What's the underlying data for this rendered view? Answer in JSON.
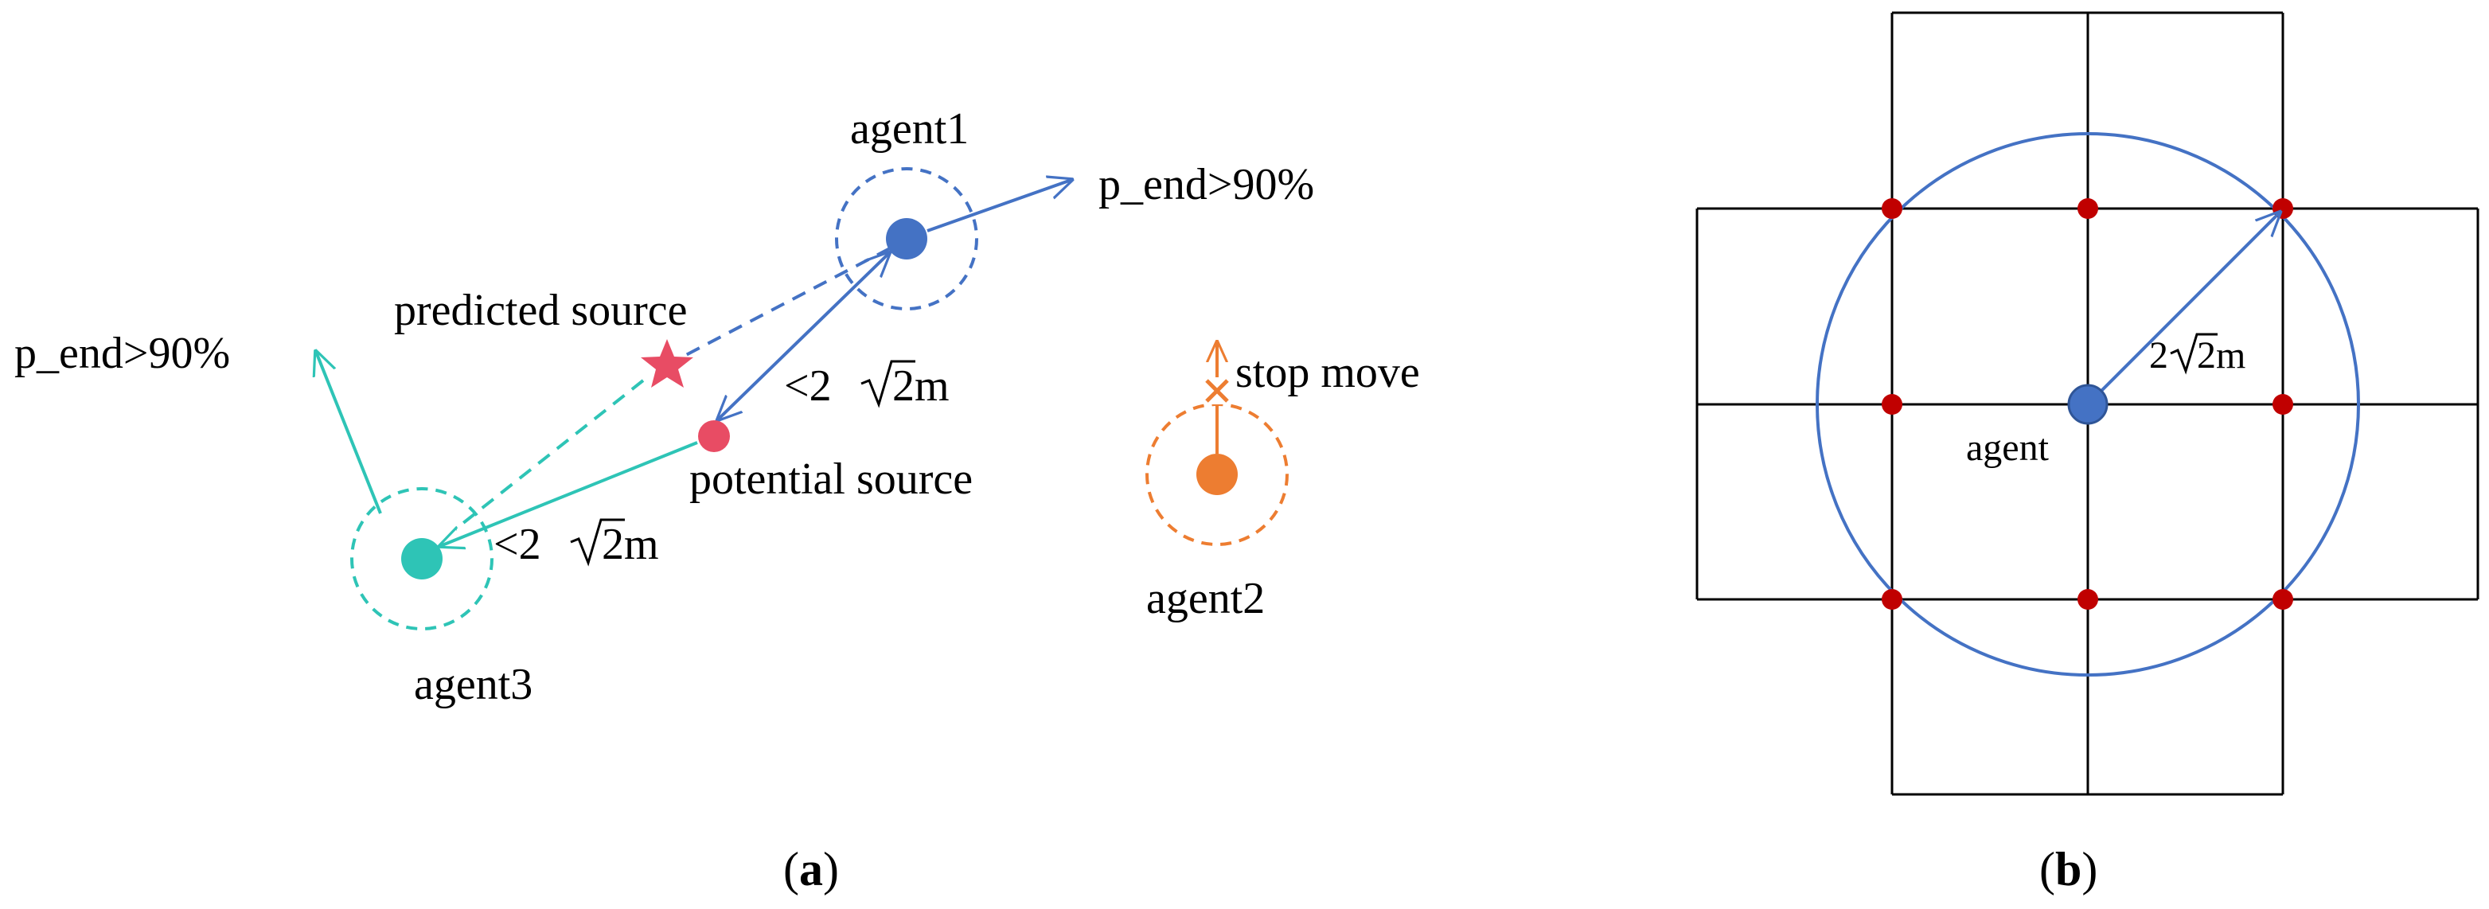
{
  "panel_a": {
    "agent1": "agent1",
    "agent2": "agent2",
    "agent3": "agent3",
    "p_end_agent1": "p_end>90%",
    "p_end_agent3": "p_end>90%",
    "predicted_source": "predicted source",
    "potential_source": "potential source",
    "stop_move": "stop move",
    "distance_upper": "<2",
    "distance_lower": "<2",
    "distance_tail": "2m",
    "caption_open": "(",
    "caption_letter": "a",
    "caption_close": ")",
    "colors": {
      "agent1": "#4472C4",
      "agent2": "#ED7D31",
      "agent3": "#2EC4B6",
      "source": "#E84C64"
    }
  },
  "panel_b": {
    "agent": "agent",
    "radius_prefix": "2",
    "radius_tail": "2m",
    "caption_open": "(",
    "caption_letter": "b",
    "caption_close": ")",
    "colors": {
      "agent": "#4472C4",
      "grid_points": "#C00000",
      "circle": "#4472C4",
      "grid": "#000000"
    }
  }
}
